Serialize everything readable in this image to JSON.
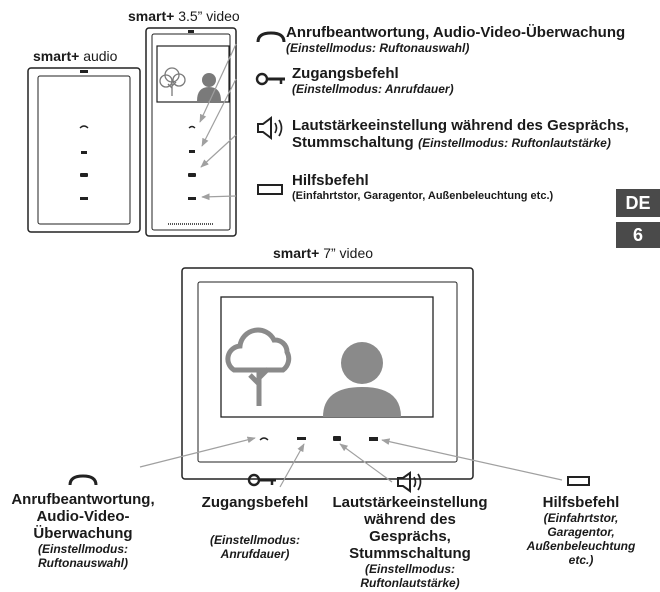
{
  "devices": {
    "audio": {
      "brand": "smart+",
      "model": "audio"
    },
    "video35": {
      "brand": "smart+",
      "model": "3.5” video"
    },
    "video7": {
      "brand": "smart+",
      "model": "7” video"
    }
  },
  "side_tab": {
    "lang": "DE",
    "page": "6"
  },
  "legend_top": [
    {
      "icon": "handset-icon",
      "title": "Anrufbeantwortung, Audio-Video-Überwachung",
      "subtitle": "(Einstellmodus: Ruftonauswahl)"
    },
    {
      "icon": "key-icon",
      "title": "Zugangsbefehl",
      "subtitle": "(Einstellmodus: Anrufdauer)"
    },
    {
      "icon": "speaker-icon",
      "title_line1": "Lautstärkeeinstellung während des Gesprächs,",
      "title_line2": "Stummschaltung",
      "subtitle": "(Einstellmodus: Ruftonlautstärke)"
    },
    {
      "icon": "auxiliary-icon",
      "title": "Hilfsbefehl",
      "subtitle": "(Einfahrtstor, Garagentor, Außenbeleuchtung etc.)"
    }
  ],
  "legend_bottom": [
    {
      "icon": "handset-icon",
      "lines": [
        "Anrufbeantwortung,",
        "Audio-Video-Überwachung"
      ],
      "sub": [
        "(Einstellmodus:",
        "Ruftonauswahl)"
      ]
    },
    {
      "icon": "key-icon",
      "lines": [
        "Zugangsbefehl"
      ],
      "sub": [
        "(Einstellmodus:",
        "Anrufdauer)"
      ]
    },
    {
      "icon": "speaker-icon",
      "lines": [
        "Lautstärkeeinstellung",
        "während des",
        "Gesprächs, Stummschaltung"
      ],
      "sub": [
        "(Einstellmodus:",
        "Ruftonlautstärke)"
      ]
    },
    {
      "icon": "auxiliary-icon",
      "lines": [
        "Hilfsbefehl"
      ],
      "sub": [
        "(Einfahrtstor,",
        "Garagentor,",
        "Außenbeleuchtung",
        "etc.)"
      ]
    }
  ]
}
